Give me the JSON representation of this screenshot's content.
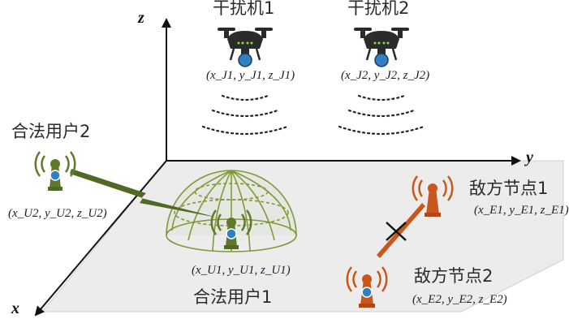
{
  "axes": {
    "x": "x",
    "y": "y",
    "z": "z"
  },
  "jammers": [
    {
      "label": "干扰机1",
      "coord": "(x_J1, y_J1, z_J1)"
    },
    {
      "label": "干扰机2",
      "coord": "(x_J2, y_J2, z_J2)"
    }
  ],
  "legit_users": [
    {
      "label": "合法用户2",
      "coord": "(x_U2, y_U2, z_U2)"
    },
    {
      "label": "合法用户1",
      "coord": "(x_U1, y_U1, z_U1)"
    }
  ],
  "enemy_nodes": [
    {
      "label": "敌方节点1",
      "coord": "(x_E1, y_E1, z_E1)"
    },
    {
      "label": "敌方节点2",
      "coord": "(x_E2, y_E2, z_E2)"
    }
  ],
  "colors": {
    "legit": "#5f7a2a",
    "legit_light": "#9bb05a",
    "enemy": "#c9561a",
    "enemy_light": "#e6a16d",
    "plane": "#ececec",
    "plane_edge": "#cfcfcf",
    "drone": "#2b2b2b",
    "dot": "#2f7fc1"
  },
  "icons": [
    "quadcopter-drone-icon",
    "radio-tower-icon",
    "lightning-link-icon",
    "blocked-link-icon",
    "dome-coverage-icon"
  ]
}
